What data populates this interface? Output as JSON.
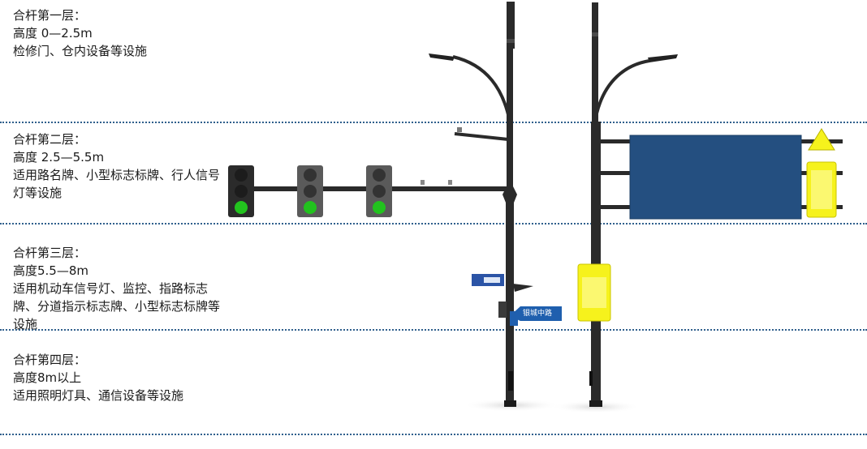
{
  "layers": [
    {
      "title": "合杆第四层：",
      "height": "高度8m以上",
      "desc": "适用照明灯具、通信设备等设施"
    },
    {
      "title": "合杆第三层：",
      "height": "高度5.5—8m",
      "desc": "适用机动车信号灯、监控、指路标志牌、分道指示标志牌、小型标志标牌等设施"
    },
    {
      "title": "合杆第二层：",
      "height": "高度 2.5—5.5m",
      "desc": "适用路名牌、小型标志标牌、行人信号灯等设施"
    },
    {
      "title": "合杆第一层：",
      "height": "高度 0—2.5m",
      "desc": "检修门、仓内设备等设施"
    }
  ],
  "street_sign": {
    "name": "银城中路"
  },
  "colors": {
    "divider": "#2f5f8c",
    "pole": "#2a2a2a",
    "signal_green": "#22c21e",
    "signal_off": "#1c1c1c",
    "guide_sign": "#244f80",
    "yellow_box": "#f6f21c",
    "street_sign": "#1f5fae"
  }
}
